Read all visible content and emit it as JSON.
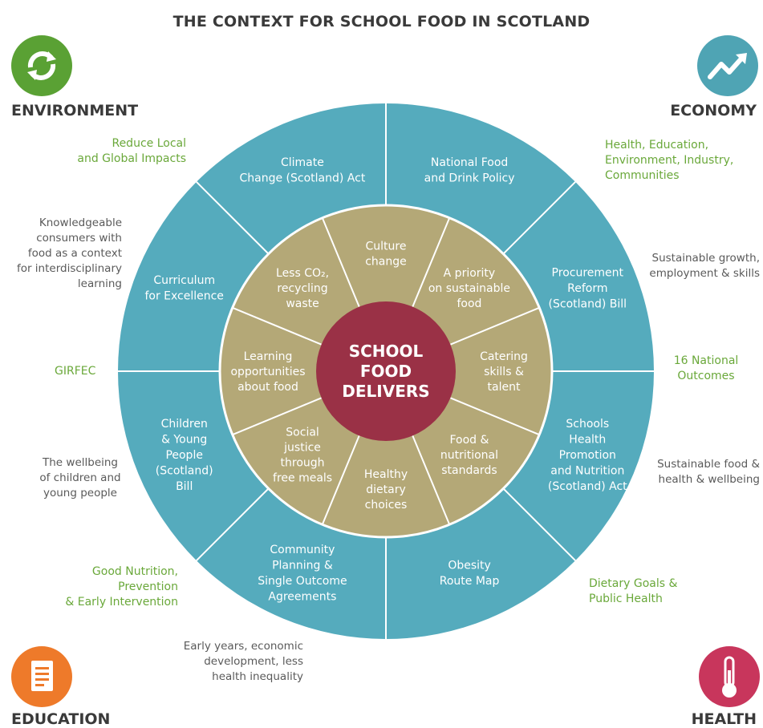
{
  "title": "THE CONTEXT FOR SCHOOL FOOD IN SCOTLAND",
  "colors": {
    "teal": "#55abbd",
    "olive": "#b4a877",
    "maroon": "#9a3146",
    "green_text": "#6aa83a",
    "environment": "#5aa134",
    "economy": "#4fa4b4",
    "education": "#ee7a2a",
    "health": "#c8365c"
  },
  "corners": {
    "environment": {
      "label": "ENVIRONMENT",
      "icon": "recycle-icon"
    },
    "economy": {
      "label": "ECONOMY",
      "icon": "trend-up-icon"
    },
    "education": {
      "label": "EDUCATION",
      "icon": "document-icon"
    },
    "health": {
      "label": "HEALTH",
      "icon": "thermometer-icon"
    }
  },
  "center": [
    "SCHOOL",
    "FOOD",
    "DELIVERS"
  ],
  "inner_ring": [
    [
      "Culture",
      "change"
    ],
    [
      "A priority",
      "on sustainable",
      "food"
    ],
    [
      "Catering",
      "skills &",
      "talent"
    ],
    [
      "Food &",
      "nutritional",
      "standards"
    ],
    [
      "Healthy",
      "dietary",
      "choices"
    ],
    [
      "Social",
      "justice",
      "through",
      "free meals"
    ],
    [
      "Learning",
      "opportunities",
      "about food"
    ],
    [
      "Less CO₂,",
      "recycling",
      "waste"
    ]
  ],
  "outer_ring": [
    [
      "National Food",
      "and Drink Policy"
    ],
    [
      "Procurement",
      "Reform",
      "(Scotland) Bill"
    ],
    [
      "Schools",
      "Health",
      "Promotion",
      "and Nutrition",
      "(Scotland) Act"
    ],
    [
      "Obesity",
      "Route Map"
    ],
    [
      "Community",
      "Planning &",
      "Single Outcome",
      "Agreements"
    ],
    [
      "Children",
      "& Young",
      "People",
      "(Scotland)",
      "Bill"
    ],
    [
      "Curriculum",
      "for Excellence"
    ],
    [
      "Climate",
      "Change (Scotland) Act"
    ]
  ],
  "notes": {
    "reduce_impacts": [
      "Reduce Local",
      "and Global Impacts"
    ],
    "knowledgeable": [
      "Knowledgeable",
      "consumers with",
      "food as a context",
      "for interdisciplinary",
      "learning"
    ],
    "girfec": [
      "GIRFEC"
    ],
    "wellbeing": [
      "The wellbeing",
      "of children and",
      "young people"
    ],
    "good_nutrition": [
      "Good Nutrition,",
      "Prevention",
      "& Early Intervention"
    ],
    "early_years": [
      "Early years, economic",
      "development, less",
      "health inequality"
    ],
    "health_edu": [
      "Health, Education,",
      "Environment, Industry,",
      "Communities"
    ],
    "sustainable_growth": [
      "Sustainable growth,",
      "employment & skills"
    ],
    "national_outcomes": [
      "16 National",
      "Outcomes"
    ],
    "sustainable_food": [
      "Sustainable food &",
      "health & wellbeing"
    ],
    "dietary_goals": [
      "Dietary Goals &",
      "Public Health"
    ]
  }
}
